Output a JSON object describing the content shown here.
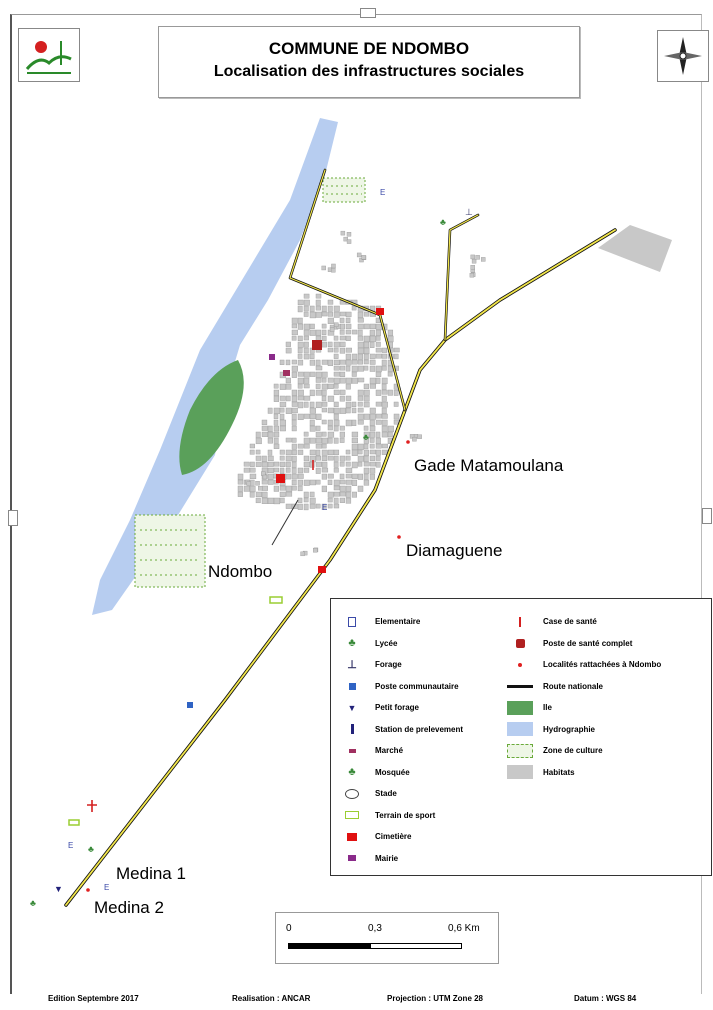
{
  "title": {
    "line1": "COMMUNE DE NDOMBO",
    "line2": "Localisation des infrastructures sociales"
  },
  "places": {
    "gade": "Gade Matamoulana",
    "diamaguene": "Diamaguene",
    "ndombo": "Ndombo",
    "medina1": "Medina 1",
    "medina2": "Medina 2"
  },
  "legend": {
    "left": [
      {
        "label": "Elementaire",
        "icon": "school-icon",
        "color": "#3b4aa8"
      },
      {
        "label": "Lycée",
        "icon": "lycee-icon",
        "color": "#3a8a3a"
      },
      {
        "label": "Forage",
        "icon": "forage-icon",
        "color": "#333366"
      },
      {
        "label": "Poste communautaire",
        "icon": "poste-communautaire-icon",
        "color": "#2f63c4"
      },
      {
        "label": "Petit forage",
        "icon": "petit-forage-icon",
        "color": "#22227a"
      },
      {
        "label": "Station de prelevement",
        "icon": "station-icon",
        "color": "#22227a"
      },
      {
        "label": "Marché",
        "icon": "market-icon",
        "color": "#a03060"
      },
      {
        "label": "Mosquée",
        "icon": "mosque-icon",
        "color": "#3a8a3a"
      },
      {
        "label": "Stade",
        "icon": "stadium-icon",
        "color": "#444444"
      },
      {
        "label": "Terrain de sport",
        "icon": "sport-field-icon",
        "color": "#9acd32"
      },
      {
        "label": "Cimetière",
        "icon": "cemetery-icon",
        "color": "#e01010"
      },
      {
        "label": "Mairie",
        "icon": "town-hall-icon",
        "color": "#8a2a8a"
      }
    ],
    "right": [
      {
        "label": "Case de santé",
        "icon": "health-hut-icon",
        "color": "#d42020"
      },
      {
        "label": "Poste de santé complet",
        "icon": "health-post-icon",
        "color": "#b02020"
      },
      {
        "label": "Localités rattachées à Ndombo",
        "icon": "locality-dot-icon",
        "color": "#e02020"
      },
      {
        "label": "Route nationale",
        "icon": "national-road-icon",
        "color": "#111111"
      },
      {
        "label": "Ile",
        "icon": "island-patch-icon",
        "color": "#5aa05a"
      },
      {
        "label": "Hydrographie",
        "icon": "water-patch-icon",
        "color": "#b7cdf0"
      },
      {
        "label": "Zone de culture",
        "icon": "crop-zone-icon",
        "color": "#6aaa3a"
      },
      {
        "label": "Habitats",
        "icon": "habitat-patch-icon",
        "color": "#c8c8c8"
      }
    ]
  },
  "scale": {
    "t0": "0",
    "t1": "0,3",
    "t2": "0,6 Km"
  },
  "footer": {
    "edition": "Edition Septembre 2017",
    "realisation": "Realisation : ANCAR",
    "projection": "Projection : UTM Zone 28",
    "datum": "Datum : WGS 84"
  },
  "colors": {
    "water": "#b7cdf0",
    "island": "#5aa05a",
    "habitat": "#c8c8c8",
    "road_core": "#f2e64a",
    "road_edge": "#111111"
  }
}
